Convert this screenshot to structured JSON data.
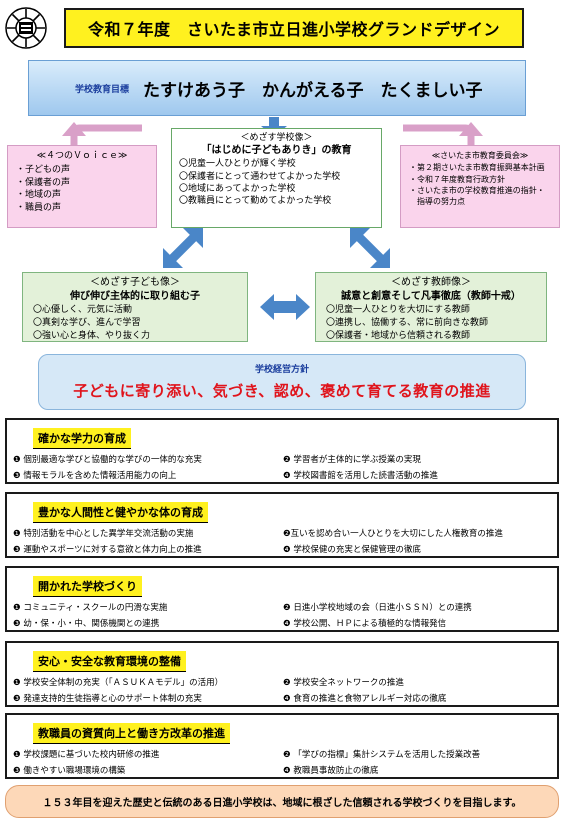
{
  "header": {
    "emblem": "school-emblem",
    "title": "令和７年度　さいたま市立日進小学校グランドデザイン"
  },
  "goal": {
    "label": "学校教育目標",
    "text": "たすけあう子　かんがえる子　たくましい子"
  },
  "voice": {
    "title": "≪４つのＶｏｉｃｅ≫",
    "items": [
      "・子どもの声",
      "・保護者の声",
      "・地域の声",
      "・職員の声"
    ]
  },
  "board": {
    "title": "≪さいたま市教育委員会≫",
    "items": [
      "・第２期さいたま市教育振興基本計画",
      "・令和７年度教育行政方針",
      "・さいたま市の学校教育推進の指針・",
      "　指導の努力点"
    ]
  },
  "school_image": {
    "heading": "＜めざす学校像＞",
    "subheading": "「はじめに子どもありき」の教育",
    "items": [
      "〇児童一人ひとりが輝く学校",
      "〇保護者にとって通わせてよかった学校",
      "〇地域にあってよかった学校",
      "〇教職員にとって勤めてよかった学校"
    ]
  },
  "child_image": {
    "heading": "＜めざす子ども像＞",
    "subheading": "伸び伸び主体的に取り組む子",
    "items": [
      "〇心優しく、元気に活動",
      "〇真剣な学び、進んで学習",
      "〇強い心と身体、やり抜く力"
    ]
  },
  "teacher_image": {
    "heading": "＜めざす教師像＞",
    "subheading": "誠意と創意そして凡事徹底（教師十戒）",
    "items": [
      "〇児童一人ひとりを大切にする教師",
      "〇連携し、協働する、常に前向きな教師",
      "〇保護者・地域から信頼される教師"
    ]
  },
  "policy": {
    "label": "学校経営方針",
    "text": "子どもに寄り添い、気づき、認め、褒めて育てる教育の推進"
  },
  "sections": [
    {
      "title": "確かな学力の育成",
      "items": [
        "❶ 個別最適な学びと協働的な学びの一体的な充実",
        "❷ 学習者が主体的に学ぶ授業の実現",
        "❸ 情報モラルを含めた情報活用能力の向上",
        "❹ 学校図書館を活用した読書活動の推進"
      ]
    },
    {
      "title": "豊かな人間性と健やかな体の育成",
      "items": [
        "❶ 特別活動を中心とした異学年交流活動の実施",
        "❷互いを認め合い一人ひとりを大切にした人権教育の推進",
        "❸ 運動やスポーツに対する意欲と体力向上の推進",
        "❹ 学校保健の充実と保健管理の徹底"
      ]
    },
    {
      "title": "開かれた学校づくり",
      "items": [
        "❶ コミュニティ・スクールの円滑な実施",
        "❷ 日進小学校地域の会（日進小ＳＳＮ）との連携",
        "❸ 幼・保・小・中、関係機関との連携",
        "❹ 学校公開、ＨＰによる積極的な情報発信"
      ]
    },
    {
      "title": "安心・安全な教育環境の整備",
      "items": [
        "❶ 学校安全体制の充実（「ＡＳＵＫＡモデル」の活用）",
        "❷ 学校安全ネットワークの推進",
        "❸ 発達支持的生徒指導と心のサポート体制の充実",
        "❹ 食育の推進と食物アレルギー対応の徹底"
      ]
    },
    {
      "title": "教職員の資質向上と働き方改革の推進",
      "items": [
        "❶ 学校課題に基づいた校内研修の推進",
        "❷ 「学びの指標」集計システムを活用した授業改善",
        "❸ 働きやすい職場環境の構築",
        "❹ 教職員事故防止の徹底"
      ]
    }
  ],
  "footer": {
    "text": "１５３年目を迎えた歴史と伝統のある日進小学校は、地域に根ざした信頼される学校づくりを目指します。"
  },
  "colors": {
    "title_fill": "#fff11f",
    "goal_fill": "#b8d8f3",
    "pink_fill": "#fad4ec",
    "green_fill": "#e3f1d9",
    "arrow_blue": "#4a86c8",
    "policy_text": "#e0141c",
    "footer_fill": "#fdd8b8"
  }
}
